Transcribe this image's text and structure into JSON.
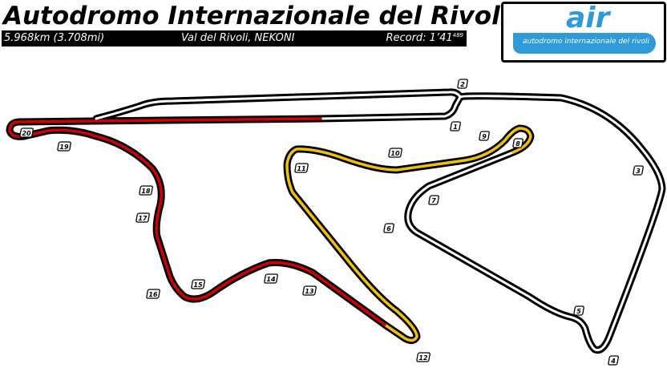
{
  "header": {
    "title": "Autodromo Internazionale del Rivoli",
    "length": "5.968km (3.708mi)",
    "location": "Val del Rivoli, NEKONI",
    "record_label": "Record: 1’41",
    "record_fraction": "489"
  },
  "logo": {
    "wordmark": "air",
    "subtitle": "autodromo internazionale del rivoli"
  },
  "colors": {
    "track": "#000000",
    "sector_red": "#d40000",
    "sector_yellow": "#f2c200",
    "logo_blue": "#2f9ad9"
  },
  "turns": [
    "1",
    "2",
    "3",
    "4",
    "5",
    "6",
    "7",
    "8",
    "9",
    "10",
    "11",
    "12",
    "13",
    "14",
    "15",
    "16",
    "17",
    "18",
    "19",
    "20"
  ]
}
